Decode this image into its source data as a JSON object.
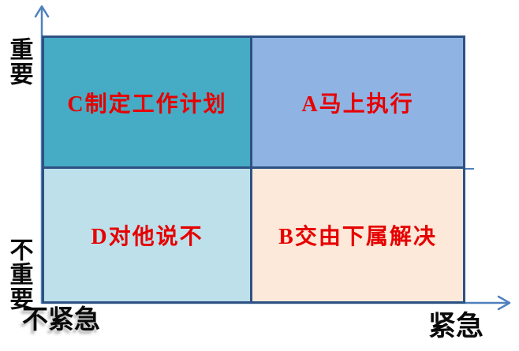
{
  "diagram": {
    "type": "quadrant-matrix",
    "border_color": "#2E5184",
    "quadrant_label_color": "#E60000",
    "quadrants": {
      "top_left": {
        "code": "C",
        "label": "C制定工作计划",
        "bg": "#46ABC4",
        "meaning": "important-not-urgent"
      },
      "top_right": {
        "code": "A",
        "label": "A马上执行",
        "bg": "#8FB3E2",
        "meaning": "important-urgent"
      },
      "bottom_left": {
        "code": "D",
        "label": "D对他说不",
        "bg": "#BDE0EA",
        "meaning": "not-important-not-urgent"
      },
      "bottom_right": {
        "code": "B",
        "label": "B交由下属解决",
        "bg": "#FCE9D9",
        "meaning": "not-important-urgent"
      }
    }
  },
  "axes": {
    "color": "#4F81BD",
    "label_color": "#0A0A0A",
    "y_axis": {
      "top_label": "重要",
      "bottom_label": "不重要"
    },
    "x_axis": {
      "left_label": "不紧急",
      "right_label": "紧急"
    }
  }
}
